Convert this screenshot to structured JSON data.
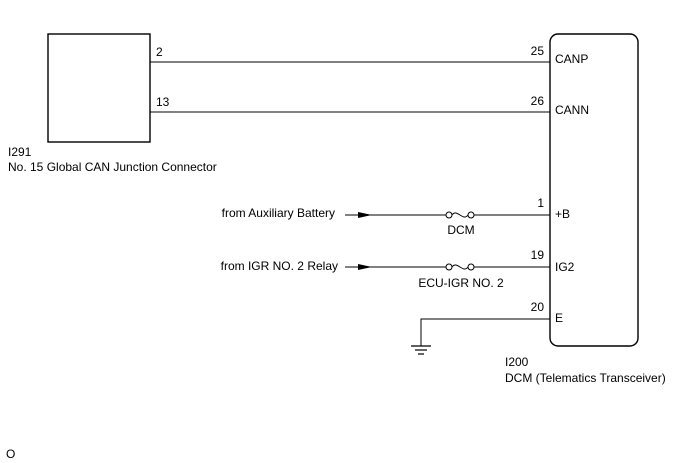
{
  "connector_i291": {
    "code": "I291",
    "name": "No. 15 Global CAN Junction Connector",
    "pins": [
      {
        "pin": "2"
      },
      {
        "pin": "13"
      }
    ]
  },
  "dcm_i200": {
    "code": "I200",
    "name": "DCM (Telematics Transceiver)",
    "terminals": [
      {
        "pin": "25",
        "label": "CANP"
      },
      {
        "pin": "26",
        "label": "CANN"
      },
      {
        "pin": "1",
        "label": "+B"
      },
      {
        "pin": "19",
        "label": "IG2"
      },
      {
        "pin": "20",
        "label": "E"
      }
    ]
  },
  "power_inputs": [
    {
      "source": "from Auxiliary Battery",
      "fuse": "DCM"
    },
    {
      "source": "from IGR NO. 2 Relay",
      "fuse": "ECU-IGR NO. 2"
    }
  ],
  "footer_mark": "O"
}
